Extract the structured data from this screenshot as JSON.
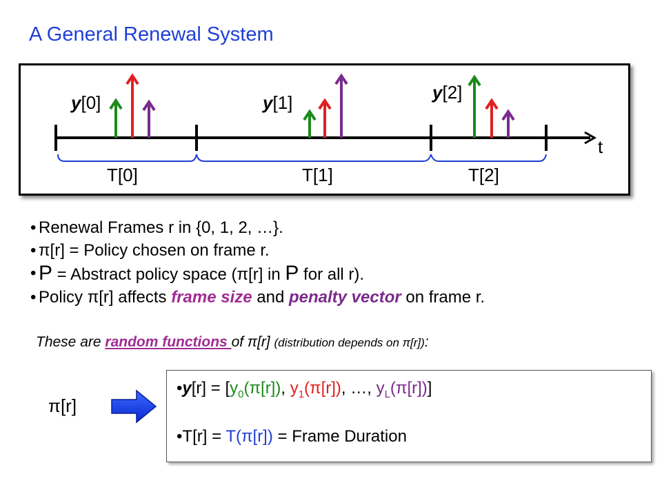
{
  "title": "A General Renewal System",
  "diagram": {
    "time_label": "t",
    "frames": [
      {
        "label": "T[0]",
        "penalty_label": "y[0]",
        "penalty_bold": "y",
        "penalty_index": "[0]"
      },
      {
        "label": "T[1]",
        "penalty_label": "y[1]",
        "penalty_bold": "y",
        "penalty_index": "[1]"
      },
      {
        "label": "T[2]",
        "penalty_label": "y[2]",
        "penalty_bold": "y",
        "penalty_index": "[2]"
      }
    ],
    "colors": {
      "green": "#1a8a1a",
      "red": "#e02020",
      "purple": "#7a2a8c",
      "title_blue": "#1f3fd6"
    }
  },
  "bullets": {
    "b1": "Renewal Frames r in {0, 1, 2, …}.",
    "b2": "π[r] = Policy chosen on frame r.",
    "b3_p1": "P",
    "b3_t1": " = Abstract policy space   (π[r] in ",
    "b3_p2": "P",
    "b3_t2": " for all r).",
    "b4_t1": "Policy π[r] affects ",
    "b4_em1": "frame size",
    "b4_t2": " and ",
    "b4_em2": "penalty vector",
    "b4_t3": " on frame r."
  },
  "note": {
    "t1": "These are ",
    "link": "random functions ",
    "t2": "of π[r] ",
    "small": "(distribution depends on π[r])",
    "t3": ":"
  },
  "pi_label": "π[r]",
  "result": {
    "y_bold": "y",
    "y_t1": "[r] = [",
    "y0": "y",
    "y0_sub": "0",
    "y0_arg": "(π[r])",
    "sep1": ", ",
    "y1": "y",
    "y1_sub": "1",
    "y1_arg": "(π[r])",
    "sep2": ", …, ",
    "yL": "y",
    "yL_sub": "L",
    "yL_arg": "(π[r])",
    "y_end": "]",
    "t_t1": "T[r] = ",
    "t_func": "T(π[r])",
    "t_t2": " = Frame Duration"
  }
}
